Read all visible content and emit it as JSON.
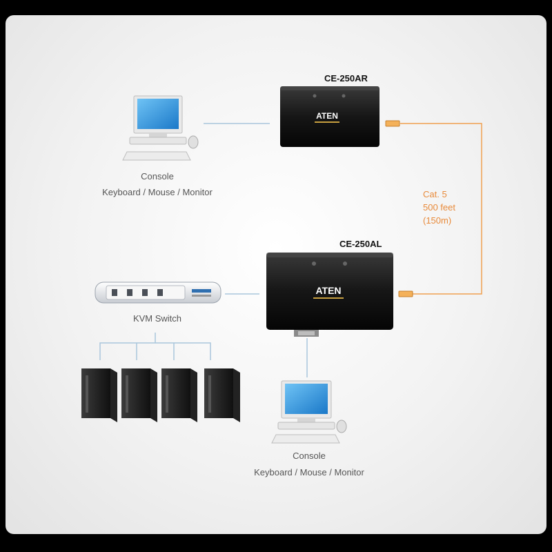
{
  "devices": {
    "remote_unit": {
      "model": "CE-250AR",
      "brand": "ATEN"
    },
    "local_unit": {
      "model": "CE-250AL",
      "brand": "ATEN"
    },
    "kvm_switch": {
      "label": "KVM Switch"
    },
    "remote_console": {
      "line1": "Console",
      "line2": "Keyboard / Mouse / Monitor"
    },
    "local_console": {
      "line1": "Console",
      "line2": "Keyboard / Mouse / Monitor"
    },
    "computers": {
      "count": 4
    }
  },
  "cable": {
    "line1": "Cat. 5",
    "line2": "500 feet",
    "line3": "(150m)",
    "color": "#f0a050"
  },
  "colors": {
    "unit_body": "#111111",
    "screen": "#2a8fd8",
    "connector_line": "#a9c6dc"
  }
}
